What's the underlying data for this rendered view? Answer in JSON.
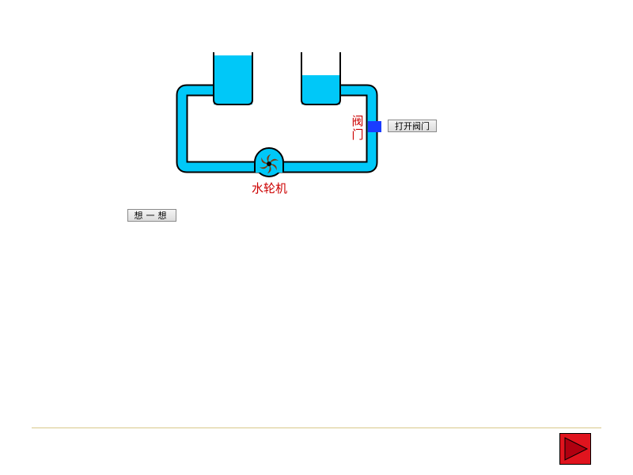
{
  "labels": {
    "valve": "阀门",
    "turbine": "水轮机"
  },
  "buttons": {
    "open_valve": "打开阀门",
    "think": "想一想"
  },
  "colors": {
    "water": "#00c8f8",
    "outline": "#000000",
    "valve": "#1a3cff",
    "label": "#cc0000",
    "turbine_blades": "#7a3a10",
    "next_button": "#e0141e",
    "next_arrow": "#b00010",
    "footer_line": "#d8c98a"
  },
  "icons": {
    "next": "play-arrow-icon",
    "turbine": "water-turbine-icon"
  }
}
